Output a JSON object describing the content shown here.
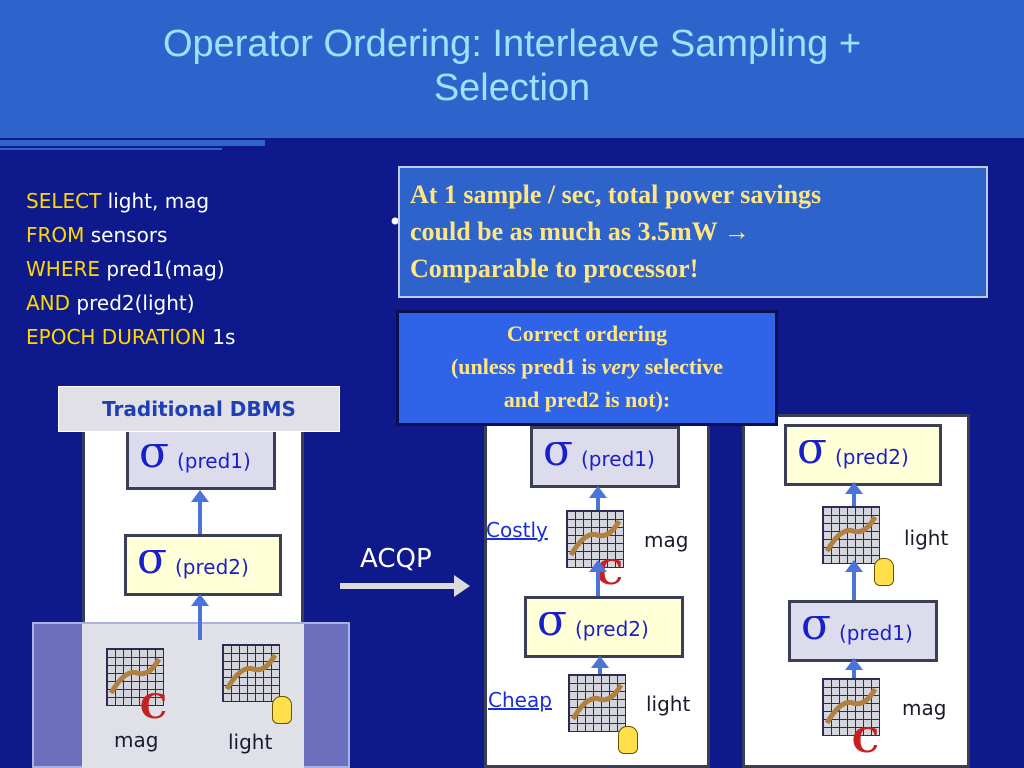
{
  "title": {
    "line1": "Operator Ordering: Interleave Sampling +",
    "line2": "Selection"
  },
  "query": {
    "select_kw": "SELECT",
    "select_val": "light, mag",
    "from_kw": "FROM",
    "from_val": "sensors",
    "where_kw": "WHERE",
    "where_val": "pred1(mag)",
    "and_kw": "AND",
    "and_val": "pred2(light)",
    "epoch_kw": "EPOCH DURATION",
    "epoch_val": "1s"
  },
  "note": {
    "bullet": "•",
    "line1": "At 1 sample / sec, total power savings",
    "line2": "could be as much as 3.5mW",
    "arrow": "→",
    "line3": "Comparable to processor!"
  },
  "callout": {
    "line1": "Correct ordering",
    "line2_pre": "(unless pred1 is ",
    "line2_em": "very",
    "line2_post": " selective",
    "line3": "and pred2 is not):"
  },
  "panel_left": {
    "label": "Traditional DBMS",
    "top_op": {
      "sigma": "σ",
      "pred": "(pred1)"
    },
    "bottom_op": {
      "sigma": "σ",
      "pred": "(pred2)"
    },
    "sensor1": "mag",
    "sensor2": "light"
  },
  "acqp": "ACQP",
  "panel_mid": {
    "top_op": {
      "sigma": "σ",
      "pred": "(pred1)"
    },
    "bottom_op": {
      "sigma": "σ",
      "pred": "(pred2)"
    },
    "costly": "Costly",
    "cheap": "Cheap",
    "sensor1": "mag",
    "sensor2": "light"
  },
  "panel_right": {
    "top_op": {
      "sigma": "σ",
      "pred": "(pred2)"
    },
    "bottom_op": {
      "sigma": "σ",
      "pred": "(pred1)"
    },
    "sensor1": "light",
    "sensor2": "mag"
  },
  "icons": {
    "magnet": "C",
    "bulb": "bulb-icon",
    "grid": "sensor-grid-icon"
  },
  "colors": {
    "background": "#0e1a8c",
    "title_bar": "#2e63cc",
    "title_text": "#9fe0ff",
    "keyword": "#ffd700",
    "highlight_text": "#ffe680"
  }
}
